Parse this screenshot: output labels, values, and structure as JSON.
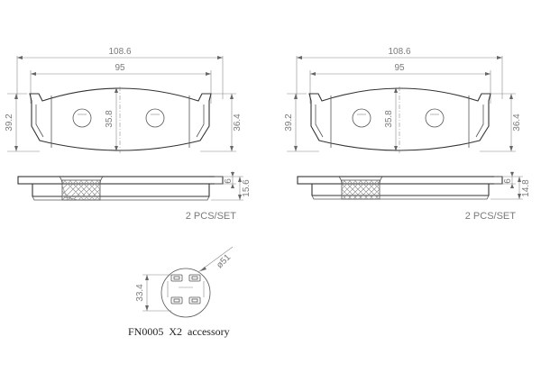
{
  "diagram": {
    "left_pad": {
      "overall_width": "108.6",
      "inner_width": "95",
      "overall_height": "39.2",
      "center_height": "35.8",
      "side_height": "36.4",
      "plate_thickness": "6",
      "total_thickness": "15.6",
      "quantity": "2 PCS/SET"
    },
    "right_pad": {
      "overall_width": "108.6",
      "inner_width": "95",
      "overall_height": "39.2",
      "center_height": "35.8",
      "side_height": "36.4",
      "plate_thickness": "6",
      "total_thickness": "14.8",
      "quantity": "2 PCS/SET"
    },
    "accessory": {
      "diameter": "ø51",
      "height": "33.4",
      "caption": "FN0005  X2  accessory"
    }
  }
}
